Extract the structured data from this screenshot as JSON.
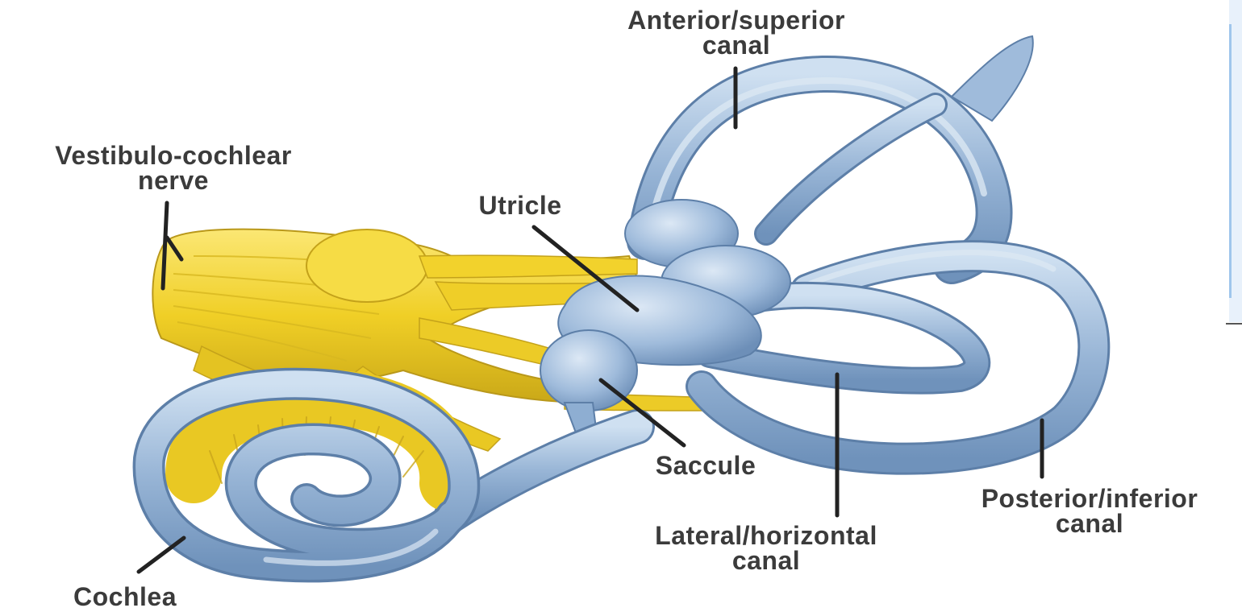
{
  "diagram": {
    "labels": {
      "anterior_superior_canal": [
        "Anterior/superior",
        "canal"
      ],
      "vestibulocochlear_nerve": [
        "Vestibulo-cochlear",
        "nerve"
      ],
      "utricle": [
        "Utricle"
      ],
      "saccule": [
        "Saccule"
      ],
      "posterior_inferior_canal": [
        "Posterior/inferior",
        "canal"
      ],
      "lateral_horizontal_canal": [
        "Lateral/horizontal",
        "canal"
      ],
      "cochlea": [
        "Cochlea"
      ]
    },
    "colors": {
      "labyrinth_fill": "#9db8d8",
      "labyrinth_edge": "#5d7fa8",
      "labyrinth_highlight": "#d6e4f2",
      "nerve_fill": "#f0d22a",
      "nerve_edge": "#b9981a",
      "leader_line": "#222222",
      "label_text": "#3b3b3b"
    }
  }
}
